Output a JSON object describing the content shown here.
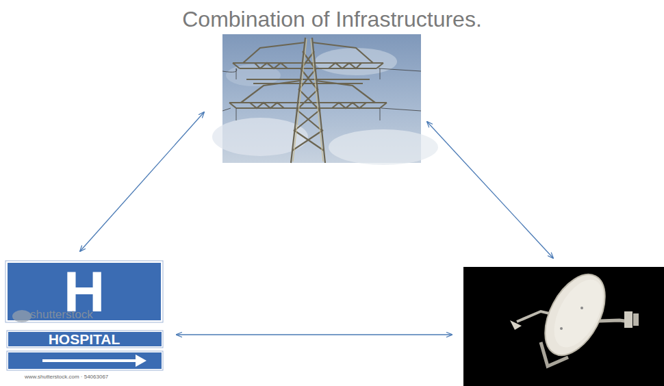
{
  "diagram": {
    "title": "Combination of Infrastructures.",
    "nodes": [
      {
        "text": [
          "H",
          "HOSPITAL"
        ]
      }
    ],
    "labels": [
      "shutterstock",
      "www.shutterstock.com · 54063067"
    ]
  }
}
